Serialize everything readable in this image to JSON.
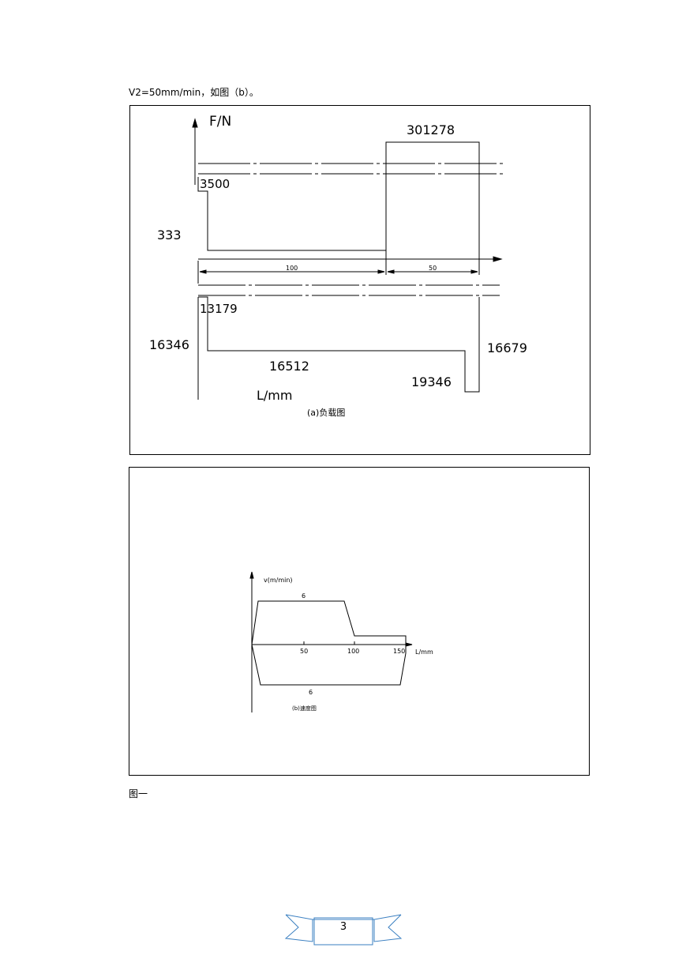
{
  "document": {
    "intro_text": "V2=50mm/min，如图（b）。",
    "figure_caption": "图一",
    "page_number": "3"
  },
  "figure_a": {
    "y_axis_label": "F/N",
    "x_axis_label": "L/mm",
    "caption": "(a)负载图",
    "top_values": {
      "v_301278": "301278",
      "v_3500": "3500",
      "v_333": "333"
    },
    "dimension_labels": {
      "d_100": "100",
      "d_50": "50"
    },
    "bottom_values": {
      "v_13179": "13179",
      "v_16346": "16346",
      "v_16512": "16512",
      "v_19346": "19346",
      "v_16679": "16679"
    }
  },
  "figure_b": {
    "y_axis_label": "v(m/min)",
    "x_axis_label": "L/mm",
    "caption": "(b)速度图",
    "x_ticks": [
      "50",
      "100",
      "150"
    ],
    "upper_label": "6",
    "lower_label": "6"
  }
}
